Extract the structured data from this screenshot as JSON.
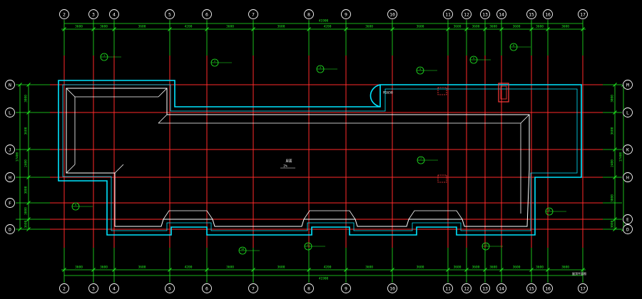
{
  "drawing": {
    "background": "#000000",
    "colors": {
      "axis": "#ff2a2a",
      "dimension": "#22ee22",
      "wall": "#00e5ff",
      "roof": "#ffffff",
      "label": "#ffffff",
      "callout": "#22ee22",
      "marker": "#ff3b3b"
    },
    "vertical_axes": [
      {
        "label": "2"
      },
      {
        "label": "3"
      },
      {
        "label": "4"
      },
      {
        "label": "5"
      },
      {
        "label": "6"
      },
      {
        "label": "7"
      },
      {
        "label": "8"
      },
      {
        "label": "9"
      },
      {
        "label": "10"
      },
      {
        "label": "11"
      },
      {
        "label": "12"
      },
      {
        "label": "13"
      },
      {
        "label": "14"
      },
      {
        "label": "15"
      },
      {
        "label": "16"
      },
      {
        "label": "17"
      }
    ],
    "horizontal_axes": [
      {
        "left_label": "N",
        "right_label": "M"
      },
      {
        "left_label": "L",
        "right_label": "L"
      },
      {
        "left_label": "J",
        "right_label": "K"
      },
      {
        "left_label": "H",
        "right_label": "H"
      },
      {
        "left_label": "F",
        "right_label": ""
      },
      {
        "left_label": "",
        "right_label": "E"
      },
      {
        "left_label": "D",
        "right_label": "D"
      }
    ],
    "top_total": "41900",
    "bottom_total": "41900",
    "span_dims_top": [
      "3600",
      "3600",
      "3600",
      "4200",
      "3600",
      "3600",
      "4200",
      "3600",
      "3600",
      "3600",
      "3600",
      "3600",
      "3600",
      "3600",
      "3600"
    ],
    "span_dims_bottom": [
      "3600",
      "3600",
      "3600",
      "4200",
      "3600",
      "3600",
      "4200",
      "3600",
      "3600",
      "3600",
      "3600",
      "3600",
      "3600",
      "3600",
      "3600"
    ],
    "left_dims": [
      "3000",
      "3600",
      "2400",
      "3000",
      "3000",
      "3600"
    ],
    "right_dims": [
      "3000",
      "3600",
      "2400",
      "3000",
      "3000"
    ],
    "left_total": "17400",
    "right_total": "17400",
    "detail_callouts": [
      "1",
      "2",
      "3",
      "4",
      "5",
      "6",
      "7",
      "8",
      "9",
      "10",
      "11",
      "12"
    ],
    "roof_note": "屋面",
    "roof_slope": "2%",
    "radius_note": "R1650",
    "corner_stamp": "屋顶平面图"
  }
}
